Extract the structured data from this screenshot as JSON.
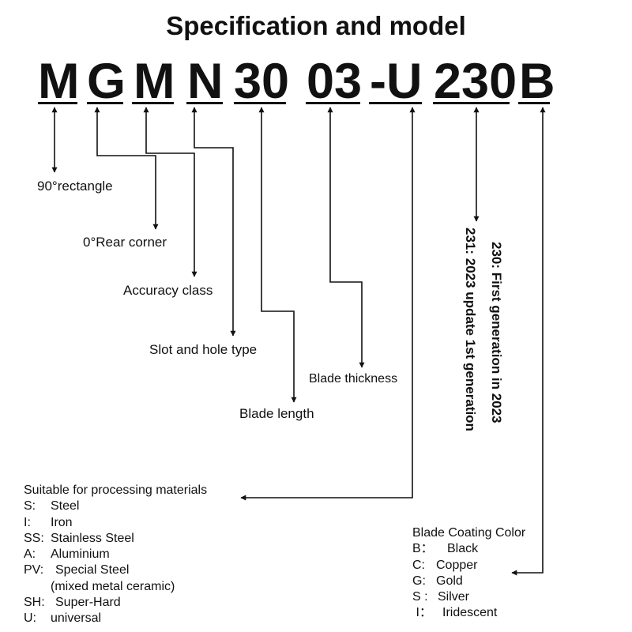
{
  "title": "Specification and model",
  "code_parts": [
    "M",
    "G",
    "M",
    "N",
    "30",
    "03",
    "-U",
    "230",
    "B"
  ],
  "labels": {
    "rectangle": "90°rectangle",
    "rear_corner": "0°Rear corner",
    "accuracy": "Accuracy class",
    "slot_hole": "Slot and hole type",
    "blade_length": "Blade length",
    "blade_thickness": "Blade thickness",
    "generation_230": "230: First generation in 2023",
    "generation_231": "231: 2023 update 1st generation"
  },
  "materials": {
    "heading": "Suitable for processing materials",
    "items": [
      {
        "code": "S:",
        "name": "Steel"
      },
      {
        "code": "I:",
        "name": "Iron"
      },
      {
        "code": "SS:",
        "name": "Stainless Steel"
      },
      {
        "code": "A:",
        "name": "Aluminium"
      },
      {
        "code": "PV:",
        "name": "Special Steel"
      },
      {
        "code": "",
        "name": "(mixed metal ceramic)"
      },
      {
        "code": "SH:",
        "name": "Super-Hard"
      },
      {
        "code": "U:",
        "name": "universal"
      }
    ]
  },
  "coating": {
    "heading": "Blade Coating Color",
    "items": [
      {
        "code": "B：",
        "name": "Black"
      },
      {
        "code": "C:",
        "name": "Copper"
      },
      {
        "code": "G:",
        "name": "Gold"
      },
      {
        "code": "S :",
        "name": "Silver"
      },
      {
        "code": " I：",
        "name": "Iridescent"
      }
    ]
  }
}
